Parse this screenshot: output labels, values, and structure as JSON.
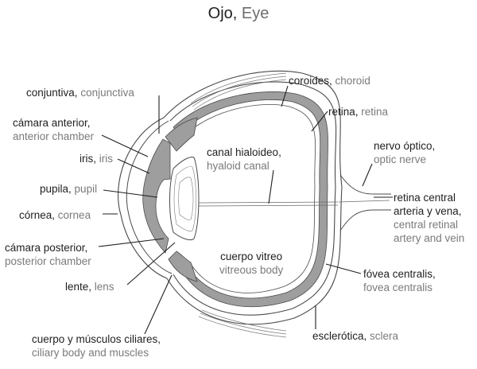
{
  "title": {
    "es": "Ojo",
    "sep": ", ",
    "en": "Eye"
  },
  "colors": {
    "text_primary": "#1f1f1f",
    "text_secondary": "#7a7a7a",
    "tissue_fill": "#9e9e9e",
    "outline": "#4a4a4a"
  },
  "labels": {
    "conjunctiva": {
      "es": "conjuntiva",
      "sep": ", ",
      "en": "conjunctiva"
    },
    "anterior_chamber": {
      "es": "cámara anterior,",
      "en": "anterior chamber"
    },
    "iris": {
      "es": "iris",
      "sep": ", ",
      "en": "iris"
    },
    "pupil": {
      "es": "pupila",
      "sep": ", ",
      "en": "pupil"
    },
    "cornea": {
      "es": "córnea",
      "sep": ", ",
      "en": "cornea"
    },
    "posterior_chamber": {
      "es": "cámara posterior,",
      "en": "posterior chamber"
    },
    "lens": {
      "es": "lente",
      "sep": ", ",
      "en": "lens"
    },
    "ciliary": {
      "es": "cuerpo y músculos ciliares,",
      "en": "ciliary body and muscles"
    },
    "choroid": {
      "es": "coroides",
      "sep": ", ",
      "en": "choroid"
    },
    "retina": {
      "es": "retina",
      "sep": ", ",
      "en": "retina"
    },
    "hyaloid": {
      "es": "canal hialoideo,",
      "en": "hyaloid canal"
    },
    "optic_nerve": {
      "es": "nervo óptico,",
      "en": "optic nerve"
    },
    "central_retinal": {
      "es1": "retina central",
      "es2": "arteria y vena,",
      "en1": "central retinal",
      "en2": "artery and vein"
    },
    "vitreous": {
      "es": "cuerpo vitreo",
      "en": "vitreous body"
    },
    "fovea": {
      "es": "fóvea centralis,",
      "en": "fovea centralis"
    },
    "sclera": {
      "es": "esclerótica",
      "sep": ", ",
      "en": "sclera"
    }
  }
}
